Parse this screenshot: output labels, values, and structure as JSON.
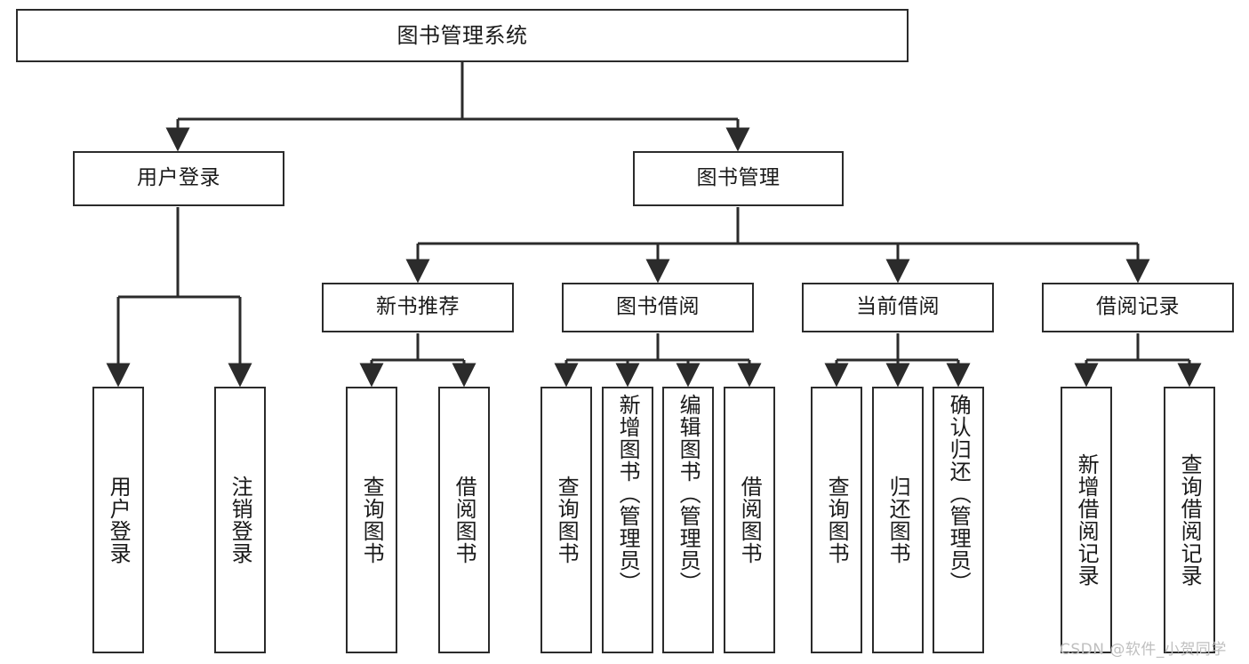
{
  "diagram": {
    "type": "tree-hierarchy",
    "title": "图书管理系统",
    "root": {
      "id": "root",
      "label": "图书管理系统"
    },
    "level2": [
      {
        "id": "user-login",
        "label": "用户登录"
      },
      {
        "id": "book-management",
        "label": "图书管理"
      }
    ],
    "level3": [
      {
        "id": "new-book-recommend",
        "label": "新书推荐",
        "parent": "book-management"
      },
      {
        "id": "book-borrow",
        "label": "图书借阅",
        "parent": "book-management"
      },
      {
        "id": "current-borrow",
        "label": "当前借阅",
        "parent": "book-management"
      },
      {
        "id": "borrow-record",
        "label": "借阅记录",
        "parent": "book-management"
      }
    ],
    "leaves": [
      {
        "id": "leaf-user-login",
        "label": "用户登录",
        "parent": "user-login"
      },
      {
        "id": "leaf-logout",
        "label": "注销登录",
        "parent": "user-login"
      },
      {
        "id": "leaf-query-book-1",
        "label": "查询图书",
        "parent": "new-book-recommend"
      },
      {
        "id": "leaf-borrow-book-1",
        "label": "借阅图书",
        "parent": "new-book-recommend"
      },
      {
        "id": "leaf-query-book-2",
        "label": "查询图书",
        "parent": "book-borrow"
      },
      {
        "id": "leaf-add-book",
        "label": "新增图书（管理员）",
        "parent": "book-borrow"
      },
      {
        "id": "leaf-edit-book",
        "label": "编辑图书（管理员）",
        "parent": "book-borrow"
      },
      {
        "id": "leaf-borrow-book-2",
        "label": "借阅图书",
        "parent": "book-borrow"
      },
      {
        "id": "leaf-query-book-3",
        "label": "查询图书",
        "parent": "current-borrow"
      },
      {
        "id": "leaf-return-book",
        "label": "归还图书",
        "parent": "current-borrow"
      },
      {
        "id": "leaf-confirm-return",
        "label": "确认归还（管理员）",
        "parent": "current-borrow"
      },
      {
        "id": "leaf-add-record",
        "label": "新增借阅记录",
        "parent": "borrow-record"
      },
      {
        "id": "leaf-query-record",
        "label": "查询借阅记录",
        "parent": "borrow-record"
      }
    ],
    "colors": {
      "stroke": "#2b2b2b",
      "fill": "#ffffff",
      "text": "#1a1a1a",
      "watermark": "#bfbfbf"
    }
  },
  "watermark": {
    "text": "CSDN @软件_小贺同学"
  }
}
